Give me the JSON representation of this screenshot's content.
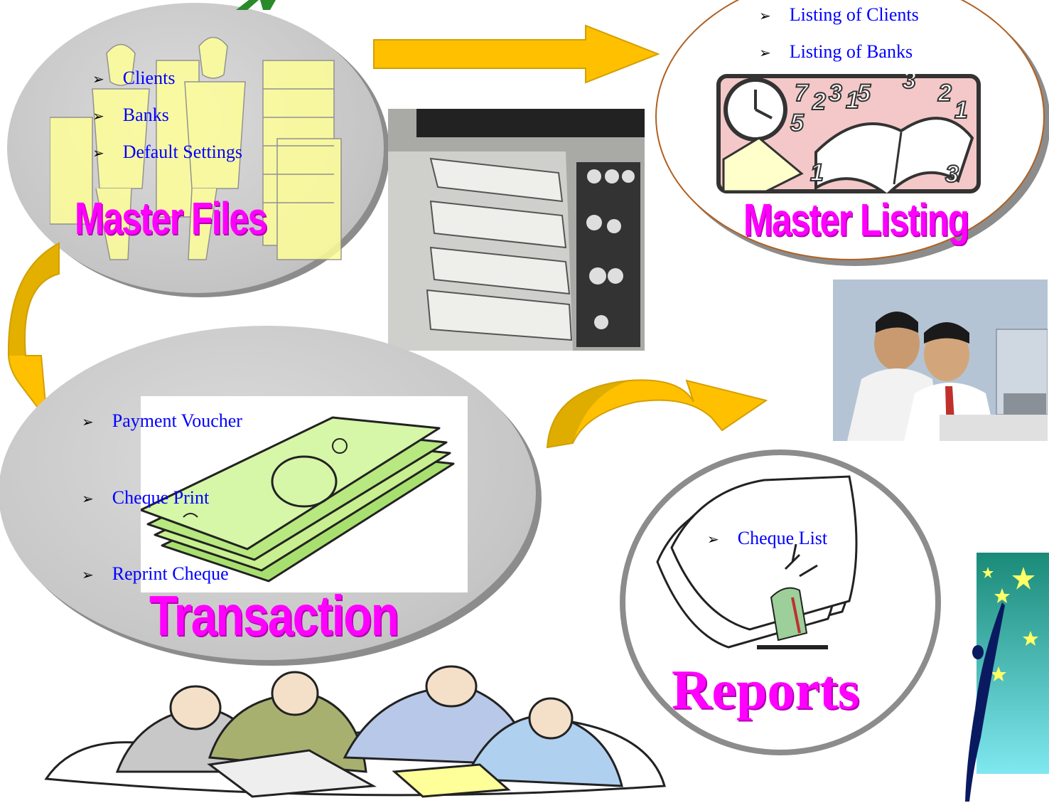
{
  "master_files": {
    "title": "Master Files",
    "items": [
      "Clients",
      "Banks",
      "Default Settings"
    ]
  },
  "master_listing": {
    "title": "Master Listing",
    "items": [
      "Listing of Clients",
      "Listing of Banks"
    ]
  },
  "transaction": {
    "title": "Transaction",
    "items": [
      "Payment Voucher",
      "Cheque Print",
      "Reprint Cheque"
    ]
  },
  "reports": {
    "title": "Reports",
    "items": [
      "Cheque List"
    ]
  },
  "clipart_numbers": [
    "7",
    "2",
    "3",
    "1",
    "5",
    "3",
    "2",
    "1",
    "5",
    "1",
    "3"
  ],
  "colors": {
    "title_magenta": "#ff00ff",
    "bullet_text_blue": "#0000ff",
    "arrow_fill": "#ffc000",
    "ellipse_gray": "#c8c8c8"
  }
}
